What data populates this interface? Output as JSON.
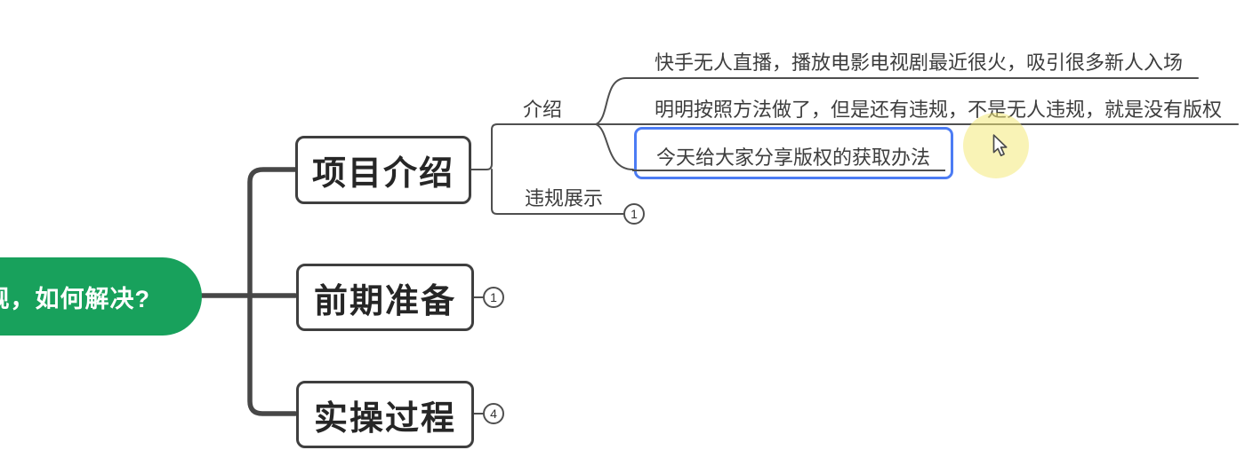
{
  "mindmap": {
    "root": {
      "label": "规，如何解决?",
      "fill_color": "#18a15c",
      "text_color": "#ffffff"
    },
    "topics": [
      {
        "label": "项目介绍",
        "subtopics": [
          {
            "label": "介绍",
            "children": [
              {
                "label": "快手无人直播，播放电影电视剧最近很火，吸引很多新人入场",
                "selected": false
              },
              {
                "label": "明明按照方法做了，但是还有违规，不是无人违规，就是没有版权",
                "selected": false
              },
              {
                "label": "今天给大家分享版权的获取办法",
                "selected": true
              }
            ]
          },
          {
            "label": "违规展示",
            "collapsed_badge": "1"
          }
        ]
      },
      {
        "label": "前期准备",
        "collapsed_badge": "1"
      },
      {
        "label": "实操过程",
        "collapsed_badge": "4"
      }
    ],
    "colors": {
      "branch_line": "#474747",
      "sub_branch_line": "#4f4f4f",
      "node_border": "#3f3f3f",
      "selection_border": "#4c7cf4",
      "cursor_halo": "#f4ea7a"
    }
  }
}
